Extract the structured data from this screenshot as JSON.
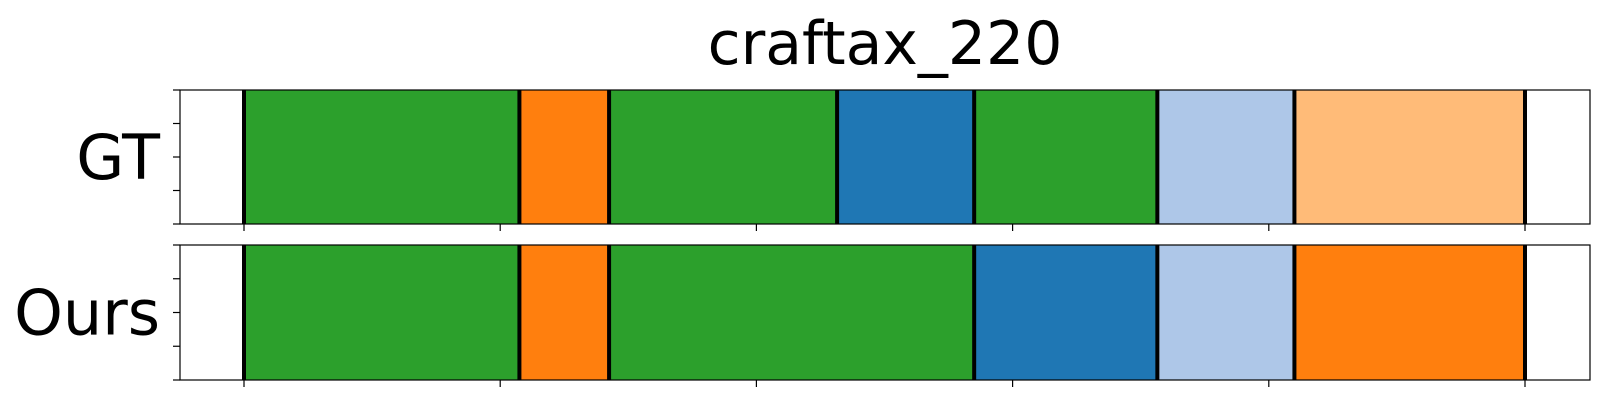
{
  "chart_data": {
    "type": "segmentation",
    "title": "craftax_220",
    "x_range": [
      0,
      100
    ],
    "tick_positions": [
      0,
      20,
      40,
      60,
      80,
      100
    ],
    "colors": {
      "green": "#2ca02c",
      "orange": "#ff7f0e",
      "blue": "#1f77b4",
      "light_blue": "#aec7e8",
      "light_orange": "#ffbb78",
      "boundary": "#000000"
    },
    "rows": [
      {
        "label": "GT",
        "segments": [
          {
            "start": 0.0,
            "end": 21.5,
            "color": "#2ca02c"
          },
          {
            "start": 21.5,
            "end": 28.5,
            "color": "#ff7f0e"
          },
          {
            "start": 28.5,
            "end": 46.3,
            "color": "#2ca02c"
          },
          {
            "start": 46.3,
            "end": 57.0,
            "color": "#1f77b4"
          },
          {
            "start": 57.0,
            "end": 71.3,
            "color": "#2ca02c"
          },
          {
            "start": 71.3,
            "end": 82.0,
            "color": "#aec7e8"
          },
          {
            "start": 82.0,
            "end": 100.0,
            "color": "#ffbb78"
          }
        ]
      },
      {
        "label": "Ours",
        "segments": [
          {
            "start": 0.0,
            "end": 21.5,
            "color": "#2ca02c"
          },
          {
            "start": 21.5,
            "end": 28.5,
            "color": "#ff7f0e"
          },
          {
            "start": 28.5,
            "end": 57.0,
            "color": "#2ca02c"
          },
          {
            "start": 57.0,
            "end": 71.3,
            "color": "#1f77b4"
          },
          {
            "start": 71.3,
            "end": 82.0,
            "color": "#aec7e8"
          },
          {
            "start": 82.0,
            "end": 100.0,
            "color": "#ff7f0e"
          }
        ]
      }
    ]
  }
}
